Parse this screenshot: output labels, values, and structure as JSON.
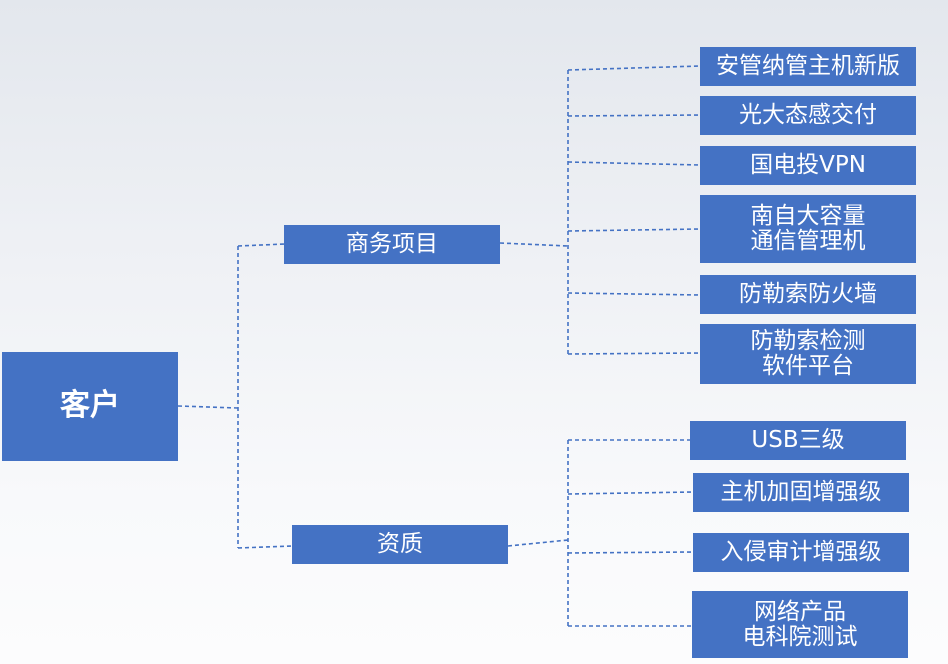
{
  "diagram": {
    "root": {
      "label": "客户"
    },
    "branches": [
      {
        "label": "商务项目",
        "children": [
          {
            "label": "安管纳管主机新版"
          },
          {
            "label": "光大态感交付"
          },
          {
            "label": "国电投VPN"
          },
          {
            "label": "南自大容量\n通信管理机"
          },
          {
            "label": "防勒索防火墙"
          },
          {
            "label": "防勒索检测\n软件平台"
          }
        ]
      },
      {
        "label": "资质",
        "children": [
          {
            "label": "USB三级"
          },
          {
            "label": "主机加固增强级"
          },
          {
            "label": "入侵审计增强级"
          },
          {
            "label": "网络产品\n电科院测试"
          }
        ]
      }
    ],
    "colors": {
      "box_fill": "#4472c4",
      "box_text": "#ffffff",
      "connector": "#4472c4",
      "background_top": "#e3e7ed",
      "background_bottom": "#fcfcfd"
    },
    "connector_style": "dashed"
  }
}
